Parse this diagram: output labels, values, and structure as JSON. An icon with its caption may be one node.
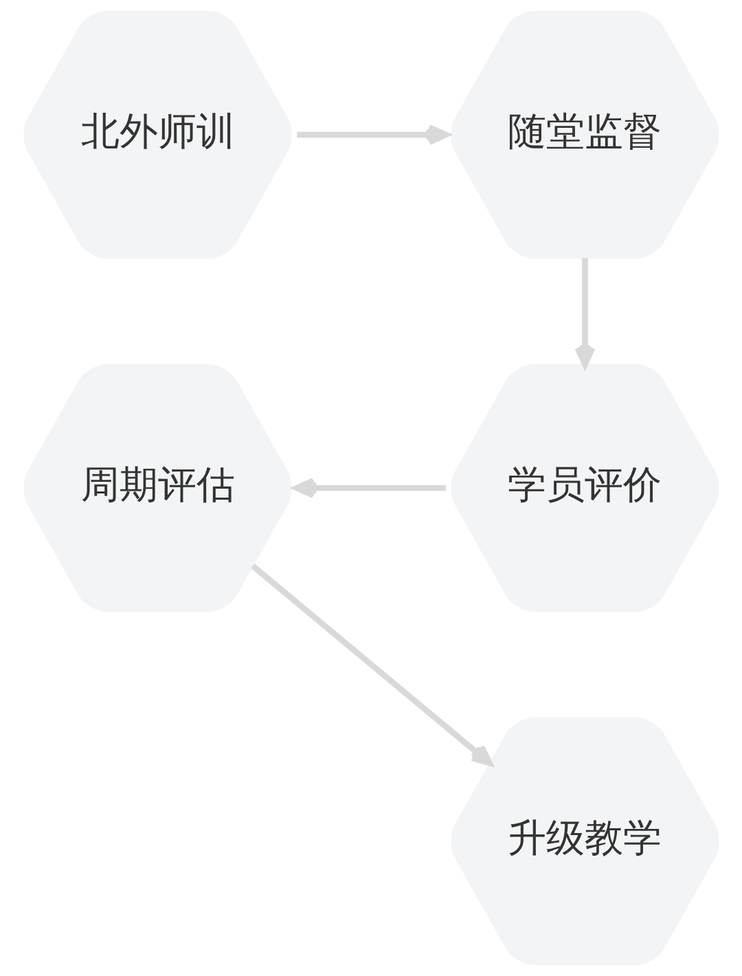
{
  "diagram": {
    "nodes": [
      {
        "text": [
          "北外师训"
        ]
      },
      {
        "text": [
          "随堂监督"
        ]
      },
      {
        "text": [
          "周期评估"
        ]
      },
      {
        "text": [
          "学员评价"
        ]
      },
      {
        "text": [
          "升级教学"
        ]
      }
    ],
    "edges": [
      {
        "from": 0,
        "to": 1,
        "arrow": "to"
      },
      {
        "from": 1,
        "to": 3,
        "arrow": "to"
      },
      {
        "from": 3,
        "to": 2,
        "arrow": "to"
      },
      {
        "from": 2,
        "to": 4,
        "arrow": "to"
      }
    ]
  }
}
